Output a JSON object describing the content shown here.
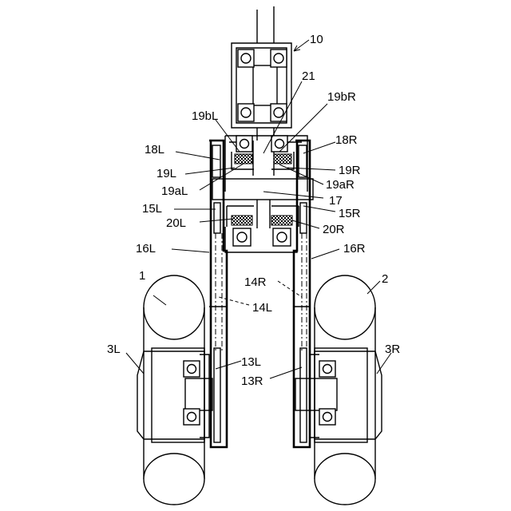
{
  "labels": {
    "l10": "10",
    "l21": "21",
    "l19bL": "19bL",
    "l19bR": "19bR",
    "l18L": "18L",
    "l18R": "18R",
    "l19L": "19L",
    "l19R": "19R",
    "l19aL": "19aL",
    "l19aR": "19aR",
    "l17": "17",
    "l15L": "15L",
    "l15R": "15R",
    "l20L": "20L",
    "l20R": "20R",
    "l16L": "16L",
    "l16R": "16R",
    "l1": "1",
    "l2": "2",
    "l14R": "14R",
    "l14L": "14L",
    "l3L": "3L",
    "l3R": "3R",
    "l13L": "13L",
    "l13R": "13R"
  }
}
